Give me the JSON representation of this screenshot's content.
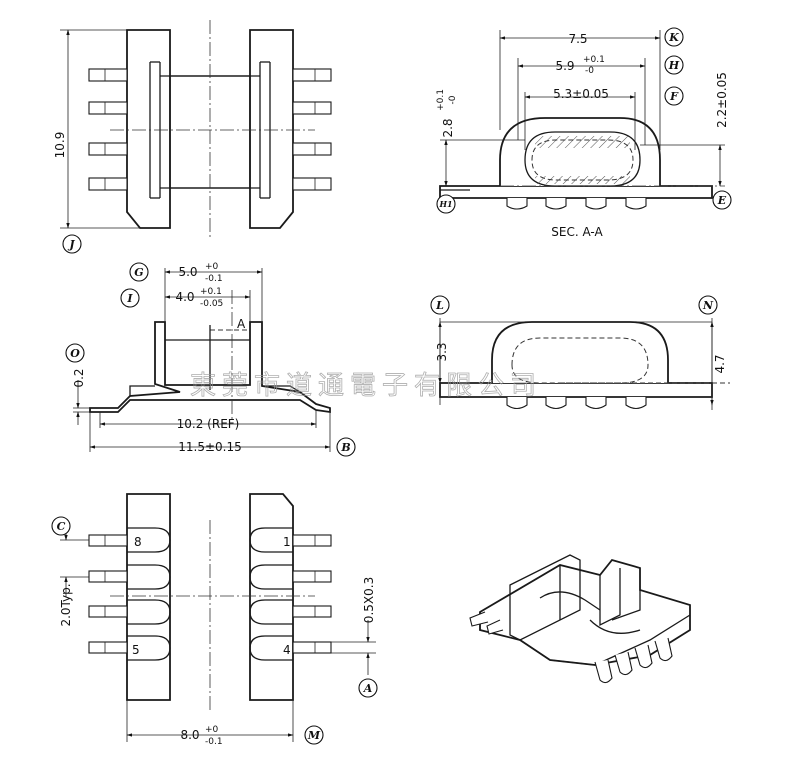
{
  "labels": {
    "dim_10_9": "10.9",
    "dim_7_5": "7.5",
    "dim_5_9_main": "5.9",
    "dim_5_9_tol_up": "+0.1",
    "dim_5_9_tol_dn": "-0",
    "dim_5_3": "5.3±0.05",
    "dim_2_8_main": "2.8",
    "dim_2_8_tol_up": "+0.1",
    "dim_2_8_tol_dn": "-0",
    "dim_2_2": "2.2±0.05",
    "section_label": "SEC. A-A",
    "dim_5_0_main": "5.0",
    "dim_5_0_tol_up": "+0",
    "dim_5_0_tol_dn": "-0.1",
    "dim_4_0_main": "4.0",
    "dim_4_0_tol_up": "+0.1",
    "dim_4_0_tol_dn": "-0.05",
    "section_mark": "A",
    "dim_0_2": "0.2",
    "dim_10_2": "10.2 (REF)",
    "dim_11_5": "11.5±0.15",
    "dim_3_3": "3.3",
    "dim_4_7": "4.7",
    "dim_2_0": "2.0Typ.",
    "dim_0_5": "0.5X0.3",
    "dim_8_0_main": "8.0",
    "dim_8_0_tol_up": "+0",
    "dim_8_0_tol_dn": "-0.1",
    "pin_8": "8",
    "pin_1": "1",
    "pin_5": "5",
    "pin_4": "4"
  },
  "bubbles": {
    "J": "J",
    "K": "K",
    "H": "H",
    "F": "F",
    "H1": "H1",
    "E": "E",
    "G": "G",
    "I": "I",
    "O": "O",
    "B": "B",
    "L": "L",
    "N": "N",
    "C": "C",
    "A": "A",
    "M": "M"
  },
  "watermark": "東莞市道通電子有限公司"
}
